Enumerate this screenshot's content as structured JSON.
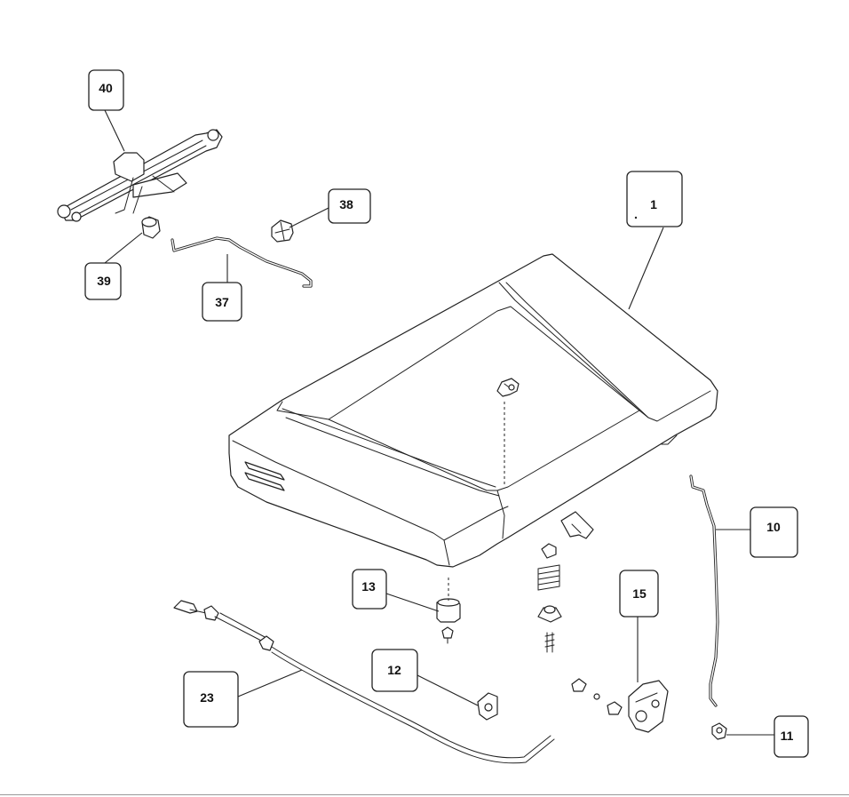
{
  "callouts": [
    {
      "id": "1",
      "label": "1"
    },
    {
      "id": "10",
      "label": "10"
    },
    {
      "id": "11",
      "label": "11"
    },
    {
      "id": "12",
      "label": "12"
    },
    {
      "id": "13",
      "label": "13"
    },
    {
      "id": "15",
      "label": "15"
    },
    {
      "id": "23",
      "label": "23"
    },
    {
      "id": "37",
      "label": "37"
    },
    {
      "id": "38",
      "label": "38"
    },
    {
      "id": "39",
      "label": "39"
    },
    {
      "id": "40",
      "label": "40"
    }
  ],
  "colors": {
    "line": "#222222",
    "background": "#ffffff"
  }
}
